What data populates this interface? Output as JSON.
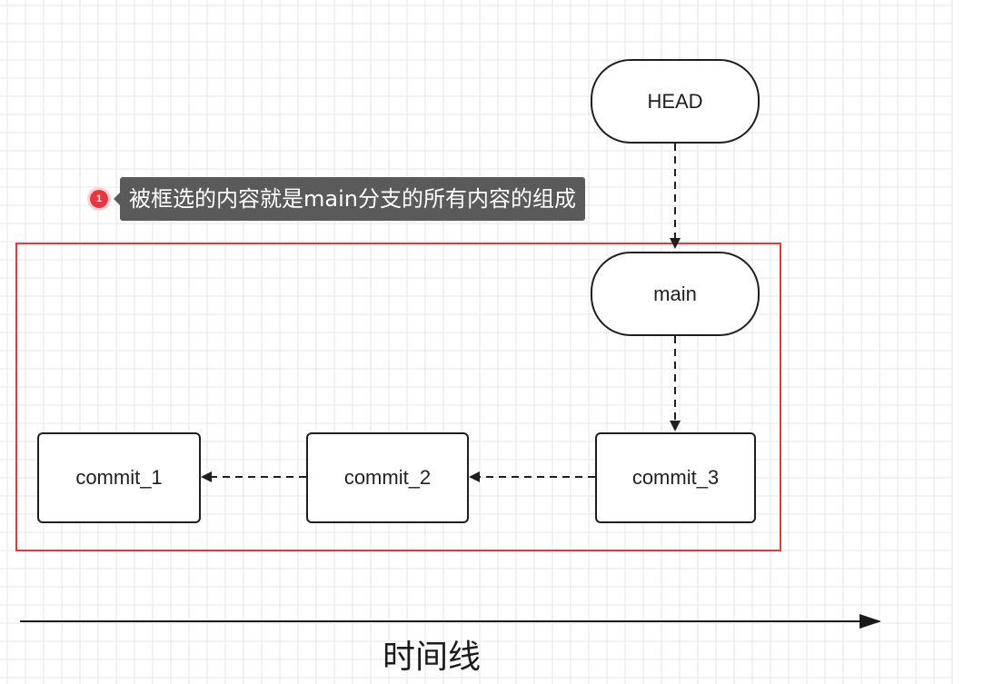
{
  "diagram": {
    "nodes": {
      "head": {
        "label": "HEAD"
      },
      "main": {
        "label": "main"
      },
      "commit_1": {
        "label": "commit_1"
      },
      "commit_2": {
        "label": "commit_2"
      },
      "commit_3": {
        "label": "commit_3"
      }
    },
    "edges": [
      {
        "from": "HEAD",
        "to": "main",
        "style": "dashed"
      },
      {
        "from": "main",
        "to": "commit_3",
        "style": "dashed"
      },
      {
        "from": "commit_3",
        "to": "commit_2",
        "style": "dashed"
      },
      {
        "from": "commit_2",
        "to": "commit_1",
        "style": "dashed"
      }
    ],
    "callout": {
      "badge": "1",
      "text": "被框选的内容就是main分支的所有内容的组成"
    },
    "timeline": {
      "label": "时间线"
    }
  },
  "colors": {
    "selection_frame": "#e5393f",
    "callout_background": "#5a5a5a",
    "node_border": "#1f1f1f",
    "grid_line": "#e6e6e6"
  }
}
